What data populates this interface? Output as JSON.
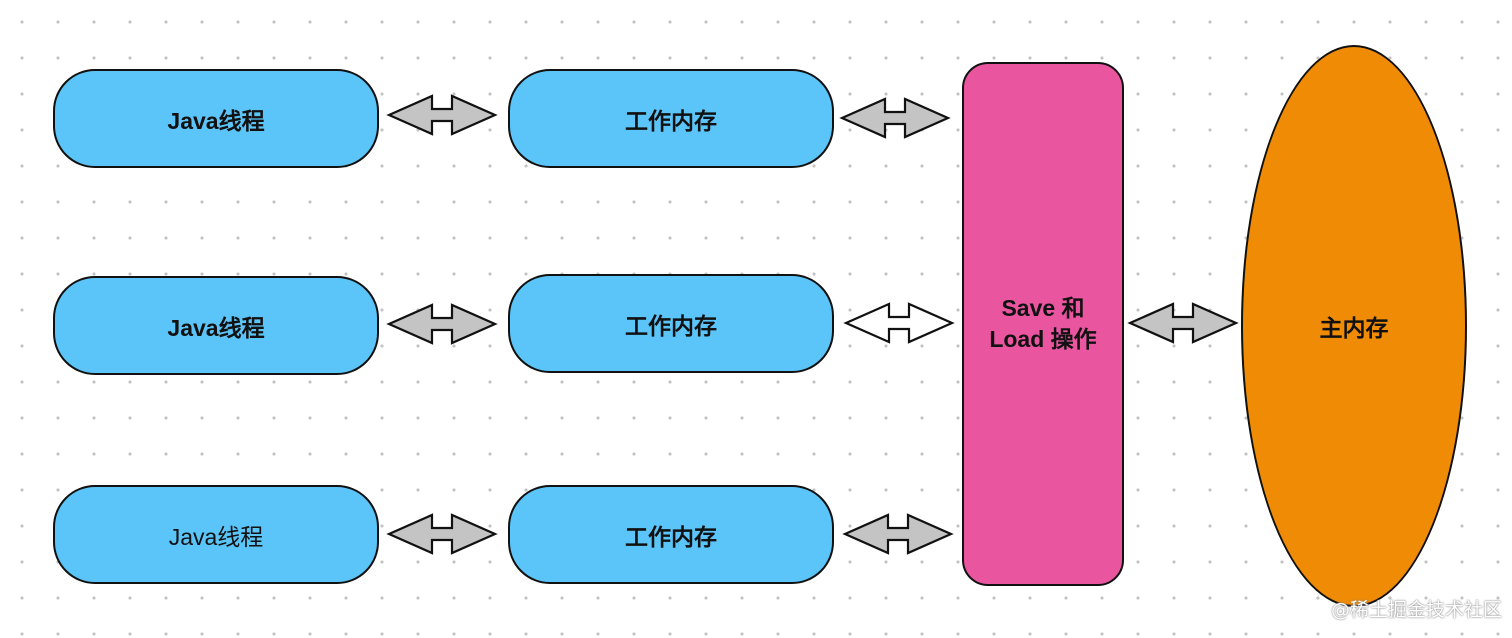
{
  "colors": {
    "pill_fill": "#5bc5f9",
    "process_fill": "#ea55a0",
    "main_memory_fill": "#ef8b05",
    "arrow_fill": "#c4c4c4",
    "arrow_hollow_fill": "#ffffff",
    "outline": "#111111"
  },
  "rows": [
    {
      "thread_label": "Java线程",
      "working_memory_label": "工作内存"
    },
    {
      "thread_label": "Java线程",
      "working_memory_label": "工作内存"
    },
    {
      "thread_label": "Java线程",
      "working_memory_label": "工作内存"
    }
  ],
  "process": {
    "line1": "Save 和",
    "line2": "Load 操作"
  },
  "main_memory": {
    "label": "主内存"
  },
  "arrows": {
    "shape": "double-headed-arrow",
    "styles": [
      "grey",
      "grey",
      "grey",
      "grey",
      "white",
      "grey",
      "grey"
    ]
  },
  "watermark": "@稀土掘金技术社区"
}
